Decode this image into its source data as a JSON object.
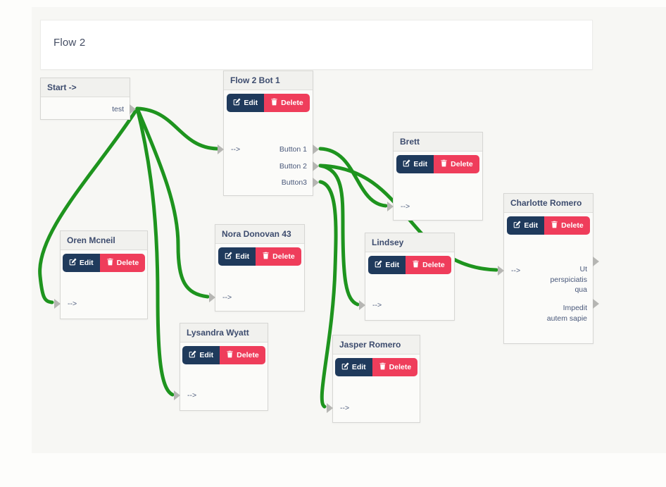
{
  "header": {
    "title": "Flow 2"
  },
  "buttons": {
    "edit_label": "Edit",
    "delete_label": "Delete"
  },
  "colors": {
    "edge_green": "#1e941e",
    "edit_navy": "#1f3a5c",
    "delete_pink": "#ef3d5b"
  },
  "nodes": [
    {
      "id": "start",
      "title": "Start ->",
      "buttons": false,
      "input": null,
      "outputs": [
        "test"
      ]
    },
    {
      "id": "bot1",
      "title": "Flow 2 Bot 1",
      "buttons": true,
      "input": "-->",
      "outputs": [
        "Button 1",
        "Button 2",
        "Button3"
      ]
    },
    {
      "id": "brett",
      "title": "Brett",
      "buttons": true,
      "input": "-->",
      "outputs": []
    },
    {
      "id": "charlotte",
      "title": "Charlotte Romero",
      "buttons": true,
      "input": "-->",
      "outputs": [
        "Ut perspiciatis qua",
        "Impedit autem sapie"
      ]
    },
    {
      "id": "oren",
      "title": "Oren Mcneil",
      "buttons": true,
      "input": "-->",
      "outputs": []
    },
    {
      "id": "nora",
      "title": "Nora Donovan 43",
      "buttons": true,
      "input": "-->",
      "outputs": []
    },
    {
      "id": "lindsey",
      "title": "Lindsey",
      "buttons": true,
      "input": "-->",
      "outputs": []
    },
    {
      "id": "lysandra",
      "title": "Lysandra Wyatt",
      "buttons": true,
      "input": "-->",
      "outputs": []
    },
    {
      "id": "jasper",
      "title": "Jasper Romero",
      "buttons": true,
      "input": "-->",
      "outputs": []
    }
  ],
  "edges": [
    {
      "source": "start",
      "source_port": "test",
      "target": "bot1"
    },
    {
      "source": "start",
      "source_port": "test",
      "target": "oren"
    },
    {
      "source": "start",
      "source_port": "test",
      "target": "nora"
    },
    {
      "source": "start",
      "source_port": "test",
      "target": "lysandra"
    },
    {
      "source": "bot1",
      "source_port": "Button 1",
      "target": "brett"
    },
    {
      "source": "bot1",
      "source_port": "Button 2",
      "target": "charlotte"
    },
    {
      "source": "bot1",
      "source_port": "Button 2",
      "target": "lindsey"
    },
    {
      "source": "bot1",
      "source_port": "Button3",
      "target": "jasper"
    }
  ]
}
